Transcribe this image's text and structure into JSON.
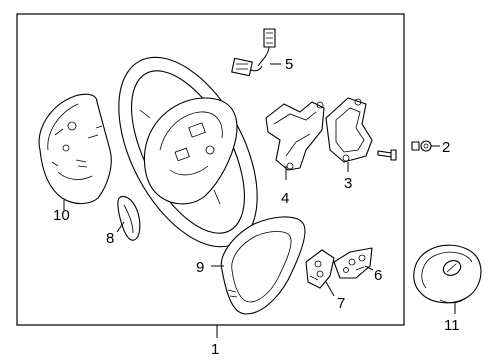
{
  "diagram": {
    "callouts": [
      {
        "id": "1",
        "label": "1"
      },
      {
        "id": "2",
        "label": "2"
      },
      {
        "id": "3",
        "label": "3"
      },
      {
        "id": "4",
        "label": "4"
      },
      {
        "id": "5",
        "label": "5"
      },
      {
        "id": "6",
        "label": "6"
      },
      {
        "id": "7",
        "label": "7"
      },
      {
        "id": "8",
        "label": "8"
      },
      {
        "id": "9",
        "label": "9"
      },
      {
        "id": "10",
        "label": "10"
      },
      {
        "id": "11",
        "label": "11"
      }
    ],
    "icons": {
      "steering_wheel": "steering-wheel-icon",
      "airbag": "airbag-module-icon",
      "screw": "screw-icon"
    }
  }
}
